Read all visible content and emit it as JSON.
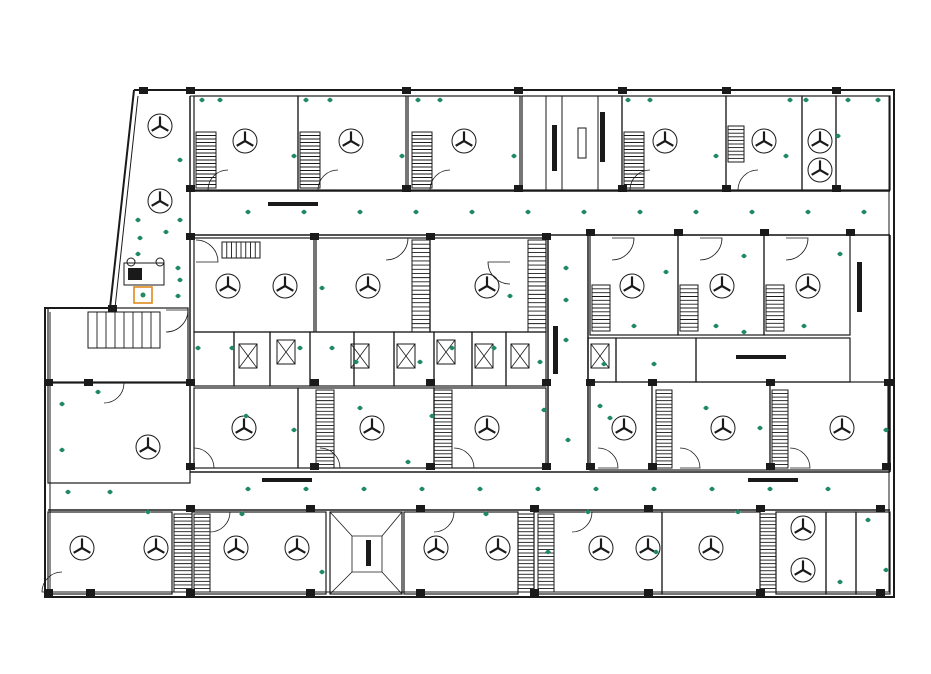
{
  "plan": {
    "colors": {
      "background": "#ffffff",
      "wall": "#1a1a1a",
      "thin_line": "#333333",
      "marker": "#1f8a63",
      "accent": "#e08a1e"
    },
    "symbols": {
      "fan": "ceiling-fan-icon",
      "marker": "light-fixture-icon",
      "stair": "stair-hatch",
      "door": "door-swing",
      "toilet": "toilet-icon",
      "column": "structural-column"
    }
  }
}
